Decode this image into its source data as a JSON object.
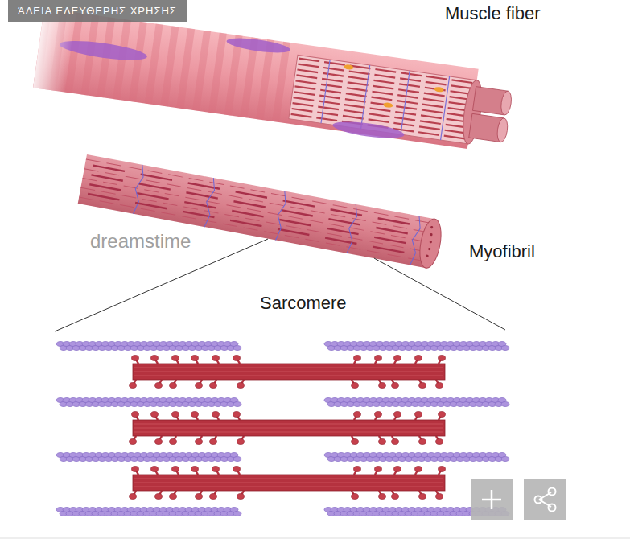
{
  "diagram": {
    "nodes": [
      {
        "text": [
          "ΆΔΕΙΑ ΕΛΕΥΘΕΡΗΣ ΧΡΗΣΗΣ"
        ]
      }
    ],
    "labels": [
      "Muscle fiber",
      "Myofibril",
      "Sarcomere",
      "dreamstime"
    ]
  }
}
